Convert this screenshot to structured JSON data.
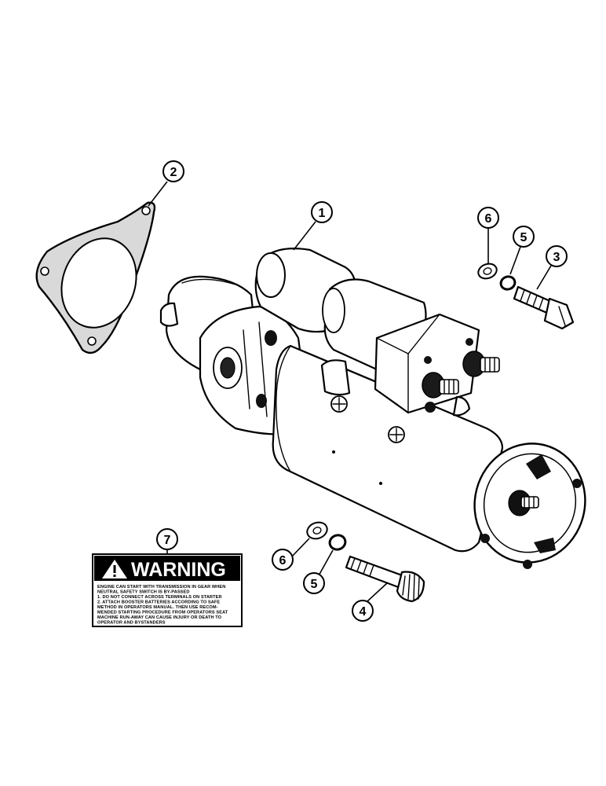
{
  "callouts": [
    {
      "id": "1",
      "label": "1"
    },
    {
      "id": "2",
      "label": "2"
    },
    {
      "id": "3",
      "label": "3"
    },
    {
      "id": "4",
      "label": "4"
    },
    {
      "id": "5a",
      "label": "5"
    },
    {
      "id": "5b",
      "label": "5"
    },
    {
      "id": "6a",
      "label": "6"
    },
    {
      "id": "6b",
      "label": "6"
    },
    {
      "id": "7",
      "label": "7"
    }
  ],
  "warning_decal": {
    "title": "WARNING",
    "lines": [
      "ENGINE CAN START WITH TRANSMISSION IN GEAR WHEN",
      "NEUTRAL SAFETY SWITCH IS BY-PASSED",
      "1. DO NOT CONNECT ACROSS TERMINALS ON STARTER",
      "2. ATTACH BOOSTER BATTERIES ACCORDING TO SAFE",
      "METHOD IN OPERATORS MANUAL. THEN USE RECOM-",
      "MENDED STARTING PROCEDURE FROM OPERATORS SEAT",
      "MACHINE RUN-AWAY CAN CAUSE INJURY OR DEATH TO",
      "OPERATOR AND BYSTANDERS"
    ]
  },
  "icons": [
    "warning-triangle-icon"
  ]
}
